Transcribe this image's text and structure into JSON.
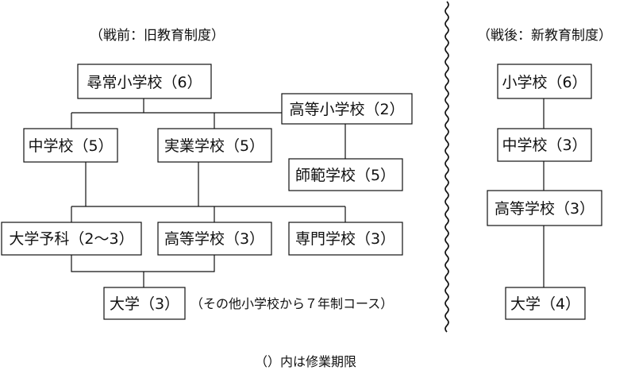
{
  "captions": {
    "prewar": "（戦前：旧教育制度）",
    "postwar": "（戦後：新教育制度）",
    "footnote": "（）内は修業期限"
  },
  "prewar": {
    "jinjo": "尋常小学校（6）",
    "koto_sho": "高等小学校（2）",
    "chugakko": "中学校（5）",
    "jitsugyo": "実業学校（5）",
    "shihan": "師範学校（5）",
    "daigaku_yoka": "大学予科（2〜3）",
    "koto_gakko": "高等学校（3）",
    "senmon": "専門学校（3）",
    "daigaku": "大学（3）",
    "daigaku_note": "（その他小学校から７年制コース）"
  },
  "postwar": {
    "shogakko": "小学校（6）",
    "chugakko": "中学校（3）",
    "koto_gakko": "高等学校（3）",
    "daigaku": "大学（4）"
  }
}
